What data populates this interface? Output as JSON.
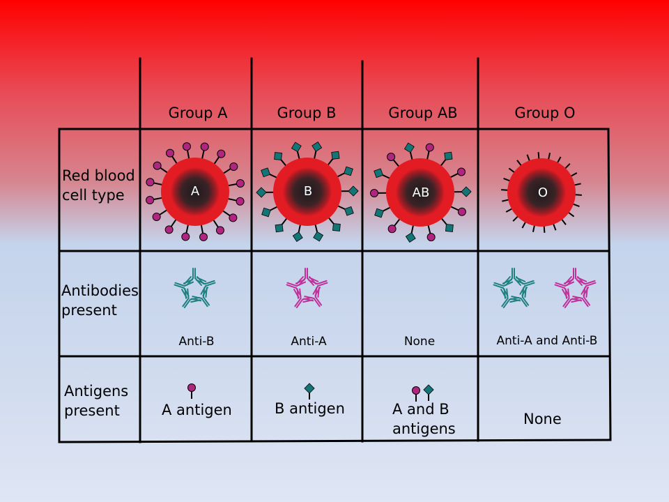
{
  "groups": [
    {
      "header": "Group A",
      "cell_label": "A",
      "antibodies": "Anti-B",
      "antigens": "A antigen"
    },
    {
      "header": "Group B",
      "cell_label": "B",
      "antibodies": "Anti-A",
      "antigens": "B antigen"
    },
    {
      "header": "Group AB",
      "cell_label": "AB",
      "antibodies": "None",
      "antigens": "A and B antigens"
    },
    {
      "header": "Group O",
      "cell_label": "O",
      "antibodies": "Anti-A and Anti-B",
      "antigens": "None"
    }
  ],
  "rows": {
    "red_blood_cell": "Red blood cell type",
    "antibodies": "Antibodies present",
    "antigens": "Antigens present"
  },
  "colors": {
    "a_antigen": "#b0257f",
    "b_antigen": "#137575",
    "anti_a": "#c0309a",
    "anti_b": "#1f8080",
    "cell": "#e31b23",
    "cell_core": "#2a1f22"
  },
  "icons": [
    "a-antigen-icon",
    "b-antigen-icon",
    "antibody-icon",
    "red-blood-cell-icon"
  ]
}
